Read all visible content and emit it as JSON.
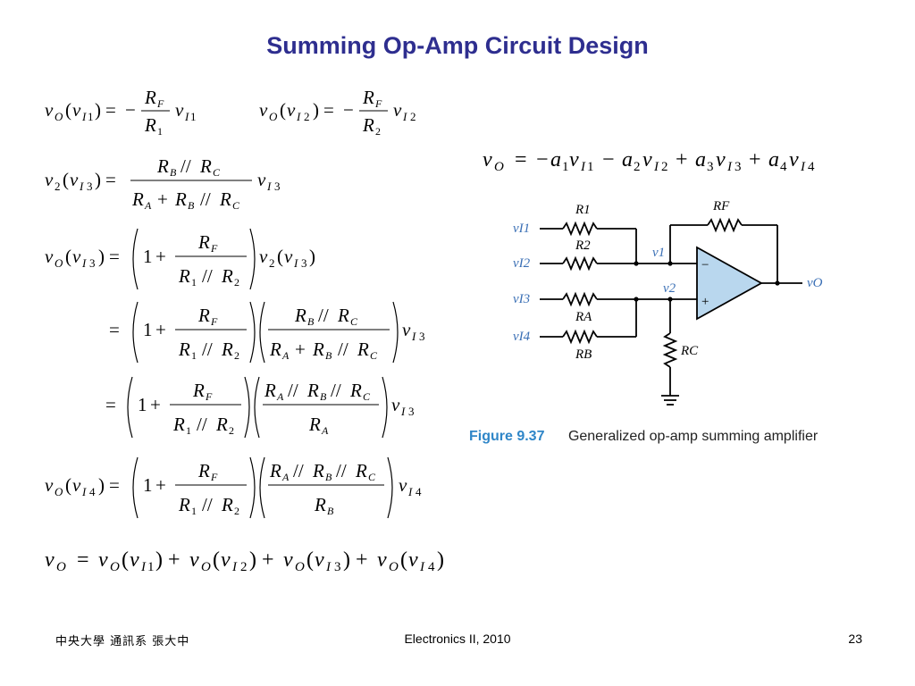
{
  "title": "Summing Op-Amp Circuit Design",
  "caption": {
    "figure": "Figure 9.37",
    "description": "Generalized op-amp summing amplifier"
  },
  "footer": {
    "left": "中央大學 通訊系 張大中",
    "center": "Electronics II, 2010",
    "right": "23"
  },
  "circuit": {
    "labels": {
      "vI1": "vI1",
      "vI2": "vI2",
      "vI3": "vI3",
      "vI4": "vI4",
      "R1": "R1",
      "R2": "R2",
      "RA": "RA",
      "RB": "RB",
      "RC": "RC",
      "RF": "RF",
      "v1": "v1",
      "v2": "v2",
      "vO": "vO",
      "minus": "−",
      "plus": "+"
    }
  },
  "colors": {
    "title": "#2e2e8f",
    "circuit_label": "#3a6fb5",
    "opamp_fill": "#b9d7ee",
    "caption_figure": "#2f86c8"
  }
}
